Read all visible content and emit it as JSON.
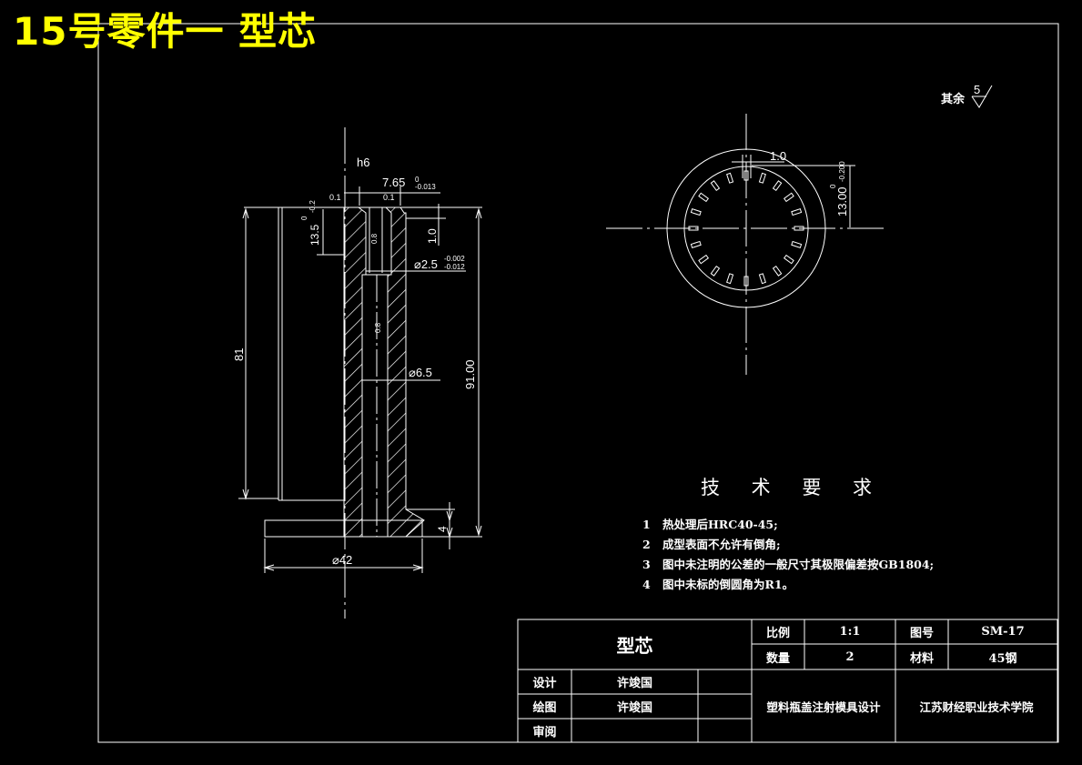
{
  "page_title": "15号零件一 型芯",
  "roughness": {
    "label": "其余",
    "value": "5"
  },
  "dimensions": {
    "fit_class": "h6",
    "top_diameter": "7.65",
    "top_diameter_upper": "0",
    "top_diameter_lower": "-0.013",
    "chamfer_left": "0.1",
    "chamfer_right": "0.1",
    "top_height": "13.5",
    "top_height_upper": "0",
    "top_height_lower": "-0.2",
    "step_height": "1.0",
    "roughness_a": "0.8",
    "small_hole": "⌀2.5",
    "small_hole_upper": "-0.002",
    "small_hole_lower": "-0.012",
    "roughness_b": "0.8",
    "large_hole": "⌀6.5",
    "body_height": "81",
    "total_height": "91.00",
    "flange_height": "4",
    "flange_diameter": "⌀42",
    "slot_width": "1.0",
    "slot_radius": "13.00",
    "slot_radius_upper": "0",
    "slot_radius_lower": "-0.200"
  },
  "requirements": {
    "title": "技 术 要 求",
    "items": [
      {
        "num": "1",
        "text": "热处理后HRC40-45;"
      },
      {
        "num": "2",
        "text": "成型表面不允许有倒角;"
      },
      {
        "num": "3",
        "text": "图中未注明的公差的一般尺寸其极限偏差按GB1804;"
      },
      {
        "num": "4",
        "text": "图中未标的倒圆角为R1。"
      }
    ]
  },
  "title_block": {
    "part_name": "型芯",
    "scale_label": "比例",
    "scale_value": "1:1",
    "drawing_no_label": "图号",
    "drawing_no_value": "SM-17",
    "quantity_label": "数量",
    "quantity_value": "2",
    "material_label": "材料",
    "material_value": "45钢",
    "design_label": "设计",
    "design_name": "许竣国",
    "draw_label": "绘图",
    "draw_name": "许竣国",
    "review_label": "审阅",
    "project": "塑料瓶盖注射模具设计",
    "school": "江苏财经职业技术学院"
  },
  "colors": {
    "background": "#000000",
    "lines": "#ffffff",
    "title": "#ffff00"
  }
}
